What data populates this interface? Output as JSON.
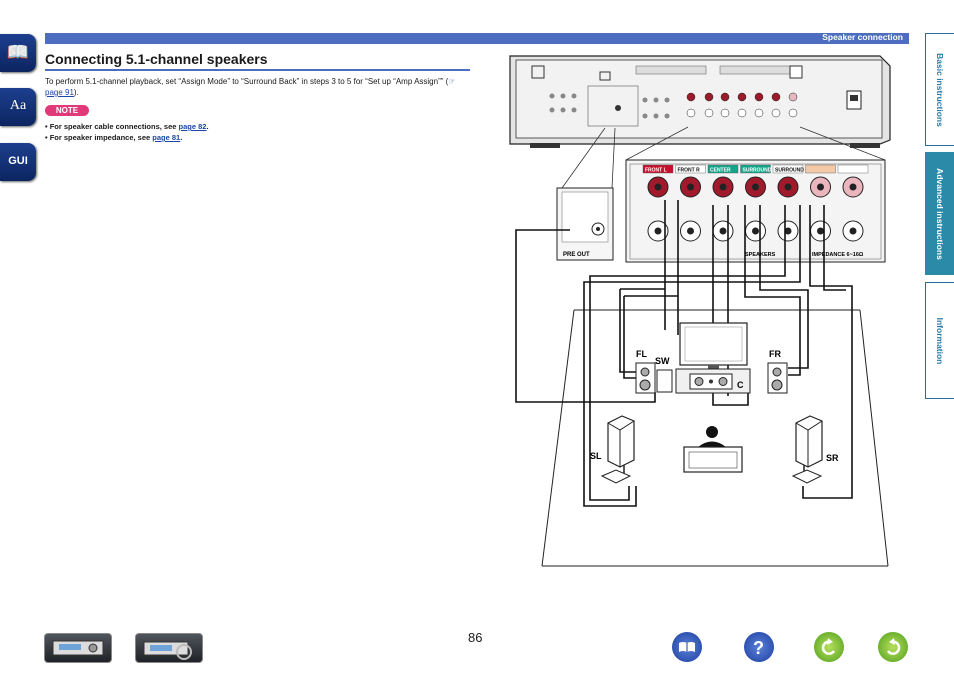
{
  "header": {
    "section": "Speaker connection"
  },
  "title": "Connecting 5.1-channel speakers",
  "intro": {
    "text": "To perform 5.1-channel playback, set “Assign Mode” to “Surround Back” in steps 3 to 5 for “Set up “Amp Assign”” (",
    "link": "page 91",
    "close": ")."
  },
  "note": {
    "label": "NOTE"
  },
  "bullets": [
    {
      "text": "• For speaker cable connections, see ",
      "link": "page 82",
      "end": "."
    },
    {
      "text": "• For speaker impedance, see ",
      "link": "page 81",
      "end": "."
    }
  ],
  "diagram": {
    "terminal_groups": [
      "FRONT L",
      "FRONT R",
      "CENTER",
      "SURROUND",
      "SURROUND",
      "",
      ""
    ],
    "panel_speakers_label": "SPEAKERS",
    "panel_impedance_label": "IMPEDANCE 6~16Ω",
    "preout_label": "PRE OUT",
    "speakers": {
      "fl": "FL",
      "fr": "FR",
      "sw": "SW",
      "c": "C",
      "sl": "SL",
      "sr": "SR"
    }
  },
  "tabs": [
    {
      "label": "Basic instructions"
    },
    {
      "label": "Advanced instructions"
    },
    {
      "label": "Information"
    }
  ],
  "left_nav": {
    "book_glyph": "📖",
    "aa_label": "Aa",
    "gui_label": "GUI"
  },
  "page_number": "86"
}
